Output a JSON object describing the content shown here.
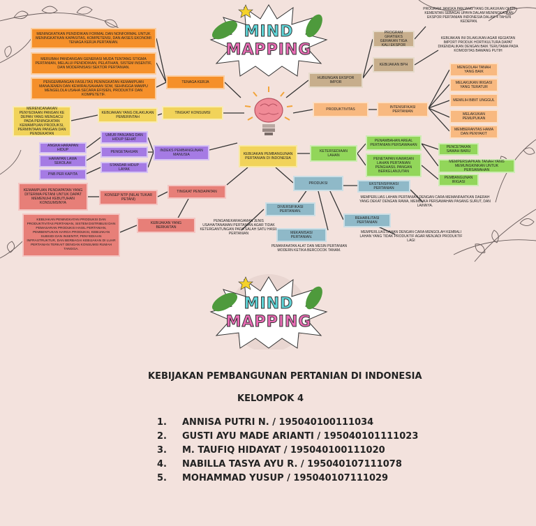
{
  "logo": {
    "line1": "MIND",
    "line2": "MAPPING"
  },
  "center": "KEBIJAKAN PEMBANGUNAN PERTANIAN DI INDONESIA",
  "nodes": {
    "tenaga_kerja": "TENAGA KERJA",
    "tk1": "MENINGKATKAN PENDIDIKAN FORMAL DAN NONFORMAL UNTUK MENINGKATKAN KAPASITAS, KOMPETENSI, DAN AKSES EKONOMI TENAGA KERJA PERTANIAN.",
    "tk2": "MERUBAH PANDANGAN GENERASI MUDA TENTANG STIGMA PERTANIAN, MELALUI PENDIDIKAN, PELATIHAN, SISTEM INSENTIF, DAN MODERNISASI SEKTOR PERTANIAN.",
    "tk3": "PENGEMBANGAN FASILITAS PENINGKATAN KEMAMPUAN MANAJEMEN DAN KEWIRAUSAHAAN SDM, SEHINGGA MAMPU MENGELOLA USAHA SECARA EFISIEN, PRODUKTIF DAN KOMPETETIF.",
    "tingkat_konsumsi": "TINGKAT KONSUMSI",
    "kebijakan_pemerintah": "KEBIJAKAN YANG DILAKUKAN PEMERINTAH",
    "konsumsi_desc": "MERENCANAKAN PENYEDIAAN PANGAN KE DEPAN YANG MENGACU PADA PENINGKATAN KEMAMPUAN PRODUKSI, PERMINTAAN PANGAN DAN PENDEKATAN",
    "ipm": "INDEKS PEMBANGUNAN MANUSIA",
    "ipm_umur": "UMUR PANJANG DAN HIDUP SEHAT",
    "ipm_pengetahuan": "PENGETAHUAN",
    "ipm_standar": "STANDAR HIDUP LAYAK",
    "ipm_ahh": "ANGKA HARAPAN HIDUP",
    "ipm_hls": "HARAPAN LAMA SEKOLAH",
    "ipm_pnb": "PNB PER KAPITA",
    "tingkat_pendapatan": "TINGKAT PENDAPATAN",
    "konsep_ntp": "KONSEP NTP (NILAI TUKAR PETANI)",
    "ntp_desc": "KEMAMPUAN PENDAPATAN YANG DITERIMA PETANI UNTUK DAPAT MEMENUHI KEBUTUHAN KONSUMSINYA",
    "kebijakan_berkaitan": "KEBIJAKAN YANG BERKAITAN",
    "berkaitan_desc": "KEBIJAKAN PENINGKATAN PRODUKSI DAN PRODUKTIVITAS PERTANIAN, SISTEM DISTRIBUSI DAN PEMASARAN PRODUKSI HASIL PERTANIAN, PEMBENTUKAN HARGA PRODUKSI, KEBIJAKAN SUBSIDI DAN INSENTIF, PENYEDIAAN INFRASTRUKTUR, DAN BERBAGAI KEBIJAKAN DI LUAR PERTANIAN TERKAIT DENGAN KONSUMSI RUMAH TANGGA.",
    "hubungan_ekspor": "HUBUNGAN EKSPOR IMPOR",
    "gratieks": "PROGRAM GRATIEKS GERAKAN TIGA KALI EKSPOR",
    "gratieks_desc": "PROGRAM JANGKA PANJANG YANG DILAKUKAN OLEH KEMENTAN SEBAGAI UPAYA DALAM MENINGKATKAN EKSPOR PERTANIAN INDONESIA DALAM 4 TAHUN KEDEPAN.",
    "bph": "KEBIJAKAN BPH",
    "bph_desc": "KEBIJAKAN INI DILAKUKAN AGAR KEGIATAN IMPORT PRODUK HORTIKULTURA DAPAT DIKENDALIKAN DENGAN BAIK TERUTAMA PADA KOMODITAS BAWANG PUTIH",
    "produktivitas": "PRODUKTIVITAS",
    "intensifikasi": "INTENSIFIKASI PERTANIAN",
    "int1": "MENGOLAH TANAH YANG BAIK",
    "int2": "MELAKUKAN IRIGASI YANG TERATUR",
    "int3": "MEMILIH BIBIT UNGGUL",
    "int4": "MELAKUKAN PEMUPUKAN",
    "int5": "MEMBERANTAS HAMA DAN PENYAKIT",
    "ketersediaan": "KETERSEDIAAN LAHAN",
    "penambahan": "PENAMBAHAN AREAL PERTANIAN PERSAWAHAN",
    "penetapan": "PENETAPAN KAWASAN LAHAN PERTANIAN PENGHASIL PANGAN BERKELANJUTAN",
    "pen1": "PENCETAKAN SAWAH BARU",
    "pen2": "MEMPERSIAPKAN TANAH YANG MEMUNGKINKAN UNTUK PERSAWAHAN",
    "pen3": "PEMBANGUNAN IRIGASI",
    "produksi": "PRODUKSI",
    "ekstensifikasi": "EKSTENSIFIKASI PERTANIAN",
    "eks_desc": "MEMPERLUAS LAHAN PERTANIAN DENGAN CARA MEMANFAATKAN DAERAH YANG DEKAT DENGAN RAWA, MEMBUKA PERSAWAHAN PASANG SURUT, DAN LAINNYA.",
    "diversifikasi": "DIVERSIFIKASI PERTANIAN.",
    "div_desc": "PENGANEKARAGAMAN JENIS USAHA/TANAMAN PERTANIAN AGAR TIDAK KETERGANTUNGAN PADA SALAH SATU HASIL PERTANIAN",
    "rehabilitasi": "REHABILITASI PERTANIAN",
    "rehab_desc": "MEMPERLUAS LAHAN DENGAN CARA MENGOLAH KEMBALI LAHAN YANG TIDAK PRODUKTIF AGAR MENJADI PRODUKTIF LAGI",
    "mekanisasi": "MEKANISASI PERTANIAN.",
    "mek_desc": "PEMANFAATAN ALAT DAN MESIN PERTANIAN MODERN KETIKA BERCOCOK TANAM."
  },
  "info": {
    "title": "KEBIJAKAN PEMBANGUNAN PERTANIAN DI INDONESIA",
    "group": "KELOMPOK 4",
    "members": [
      {
        "no": "1.",
        "name": "ANNISA PUTRI N. / 195040100111034"
      },
      {
        "no": "2.",
        "name": "GUSTI AYU MADE ARIANTI / 195040101111023"
      },
      {
        "no": "3.",
        "name": "M. TAUFIQ HIDAYAT / 195040100111020"
      },
      {
        "no": "4.",
        "name": "NABILLA TASYA AYU R. / 195040107111078"
      },
      {
        "no": "5.",
        "name": "MOHAMMAD YUSUP / 195040107111029"
      }
    ]
  },
  "colors": {
    "background": "#f3e2dd",
    "orange": "#f5902a",
    "yellow": "#f1d35a",
    "purple": "#a57be4",
    "red": "#e77f78",
    "tan": "#c7ae8c",
    "peach": "#f8b980",
    "green": "#92d65a",
    "teal": "#8fb9c8"
  }
}
